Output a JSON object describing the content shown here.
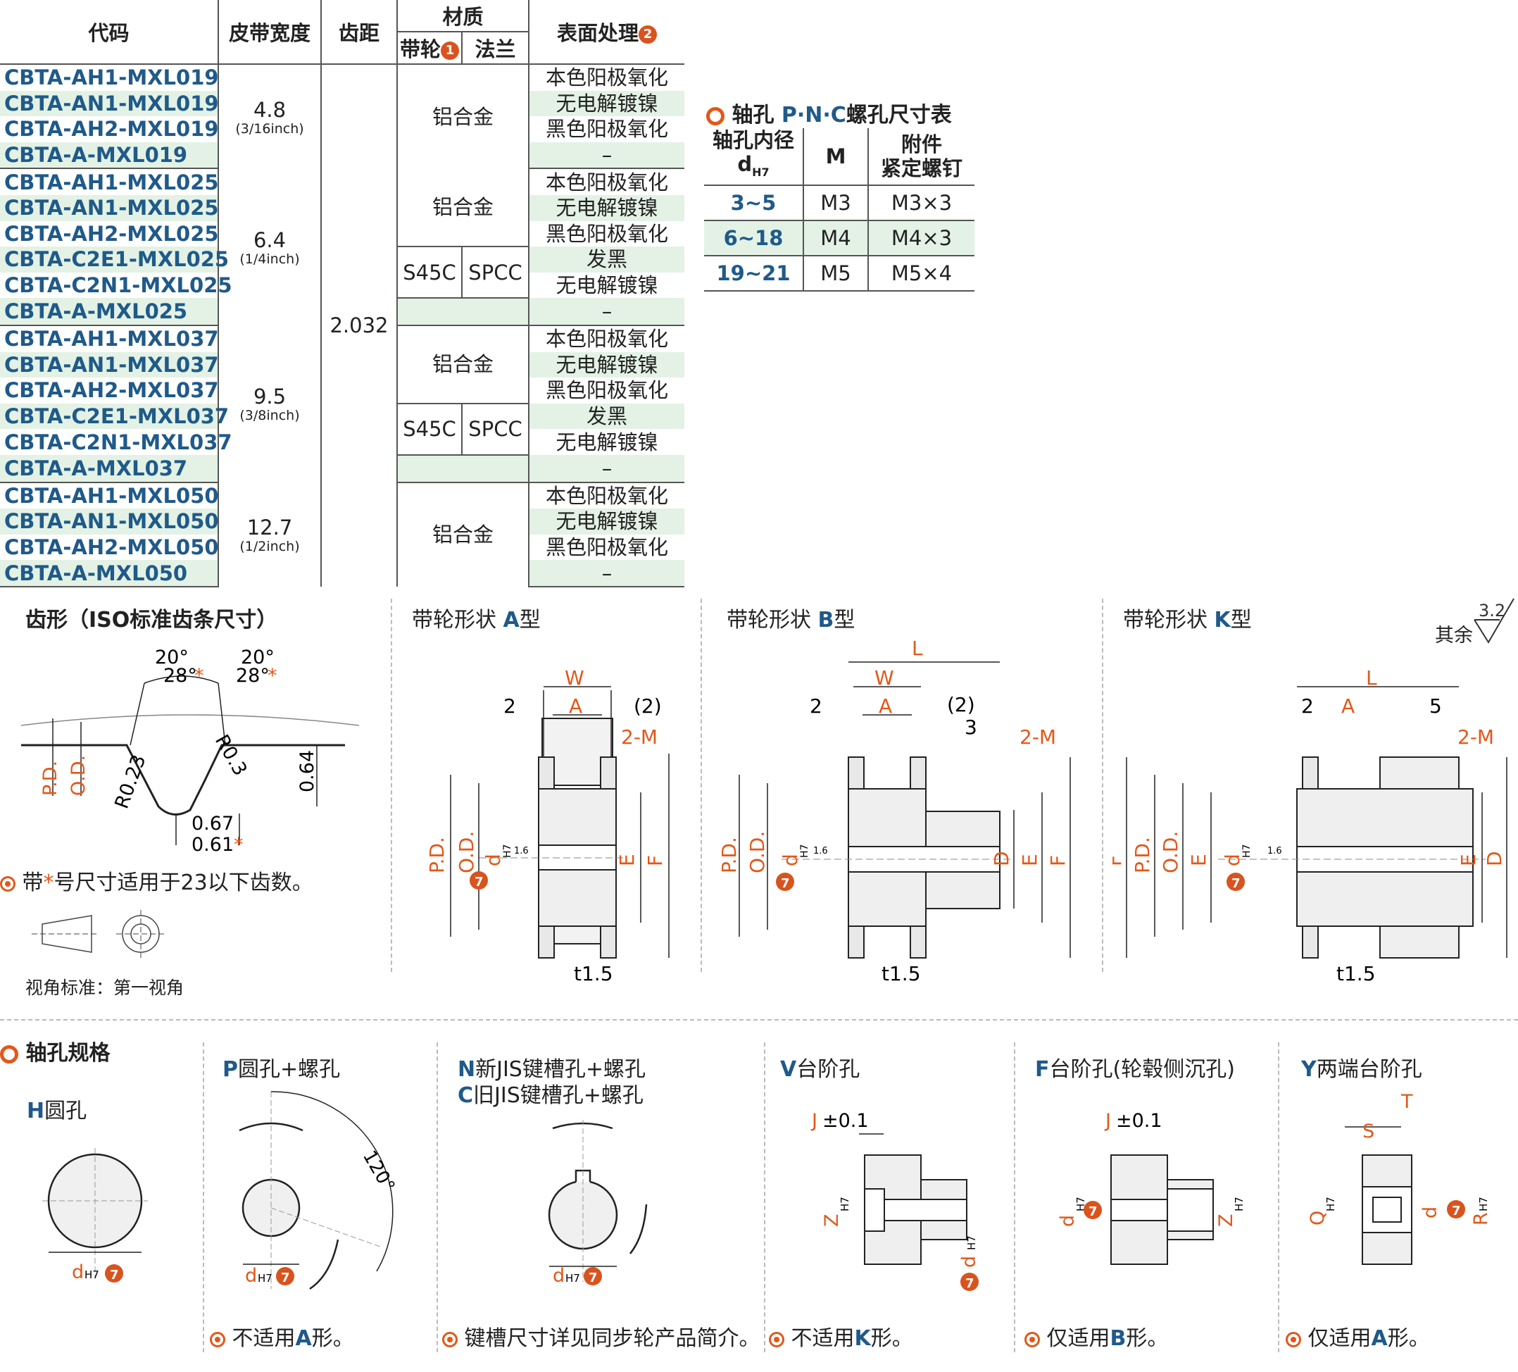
{
  "table": {
    "headers": {
      "code": "代码",
      "width": "皮带宽度",
      "pitch": "齿距",
      "material": "材质",
      "pulley": "带轮",
      "flange": "法兰",
      "surface": "表面处理"
    },
    "badge1": "1",
    "badge2": "2",
    "rows": [
      {
        "code": "CBTA-AH1-MXL019",
        "surface": "本色阳极氧化"
      },
      {
        "code": "CBTA-AN1-MXL019",
        "surface": "无电解镀镍"
      },
      {
        "code": "CBTA-AH2-MXL019",
        "surface": "黑色阳极氧化"
      },
      {
        "code": "CBTA-A-MXL019",
        "surface": "–"
      },
      {
        "code": "CBTA-AH1-MXL025",
        "surface": "本色阳极氧化"
      },
      {
        "code": "CBTA-AN1-MXL025",
        "surface": "无电解镀镍"
      },
      {
        "code": "CBTA-AH2-MXL025",
        "surface": "黑色阳极氧化"
      },
      {
        "code": "CBTA-C2E1-MXL025",
        "surface": "发黑"
      },
      {
        "code": "CBTA-C2N1-MXL025",
        "surface": "无电解镀镍"
      },
      {
        "code": "CBTA-A-MXL025",
        "surface": "–"
      },
      {
        "code": "CBTA-AH1-MXL037",
        "surface": "本色阳极氧化"
      },
      {
        "code": "CBTA-AN1-MXL037",
        "surface": "无电解镀镍"
      },
      {
        "code": "CBTA-AH2-MXL037",
        "surface": "黑色阳极氧化"
      },
      {
        "code": "CBTA-C2E1-MXL037",
        "surface": "发黑"
      },
      {
        "code": "CBTA-C2N1-MXL037",
        "surface": "无电解镀镍"
      },
      {
        "code": "CBTA-A-MXL037",
        "surface": "–"
      },
      {
        "code": "CBTA-AH1-MXL050",
        "surface": "本色阳极氧化"
      },
      {
        "code": "CBTA-AN1-MXL050",
        "surface": "无电解镀镍"
      },
      {
        "code": "CBTA-AH2-MXL050",
        "surface": "黑色阳极氧化"
      },
      {
        "code": "CBTA-A-MXL050",
        "surface": "–"
      }
    ],
    "widths": [
      {
        "value": "4.8",
        "inch": "(3/16inch)"
      },
      {
        "value": "6.4",
        "inch": "(1/4inch)"
      },
      {
        "value": "9.5",
        "inch": "(3/8inch)"
      },
      {
        "value": "12.7",
        "inch": "(1/2inch)"
      }
    ],
    "pitch": "2.032",
    "alu": "铝合金",
    "s45c": "S45C",
    "spcc": "SPCC"
  },
  "hole_table": {
    "title_pre": "轴孔 ",
    "title_code": "P·N·C",
    "title_post": "螺孔尺寸表",
    "h1a": "轴孔内径",
    "h1b": "d",
    "h1sub": "H7",
    "h2": "M",
    "h3a": "附件",
    "h3b": "紧定螺钉",
    "rows": [
      {
        "d": "3~5",
        "m": "M3",
        "screw": "M3×3"
      },
      {
        "d": "6~18",
        "m": "M4",
        "screw": "M4×3"
      },
      {
        "d": "19~21",
        "m": "M5",
        "screw": "M5×4"
      }
    ]
  },
  "tooth": {
    "title": "齿形（ISO标准齿条尺寸）",
    "a1": "20°",
    "a2": "28°",
    "a3": "20°",
    "a4": "28°",
    "star": "*",
    "pd": "P.D.",
    "od": "O.D.",
    "r1": "R0.23",
    "r2": "R0.3",
    "h": "0.64",
    "w1": "0.67",
    "w2": "0.61",
    "note_pre": "带",
    "note_post": "号尺寸适用于23以下齿数。",
    "view": "视角标准：第一视角"
  },
  "shapes": {
    "prefix": "带轮形状 ",
    "a": {
      "letter": "A",
      "suffix": "型"
    },
    "b": {
      "letter": "B",
      "suffix": "型"
    },
    "k": {
      "letter": "K",
      "suffix": "型"
    },
    "rest": "其余",
    "rough": "3.2",
    "W": "W",
    "A": "A",
    "L": "L",
    "M": "2-M",
    "two": "2",
    "paren2": "(2)",
    "three": "3",
    "five": "5",
    "PD": "P.D.",
    "OD": "O.D.",
    "d": "d",
    "H7": "H7",
    "E": "E",
    "F": "F",
    "D": "D",
    "t": "t1.5",
    "ra": "1.6",
    "badge": "7"
  },
  "bore": {
    "title": "轴孔规格",
    "H": {
      "letter": "H",
      "text": "圆孔"
    },
    "P": {
      "letter": "P",
      "text": "圆孔+螺孔"
    },
    "N": {
      "letter": "N",
      "text": "新JIS键槽孔+螺孔"
    },
    "C": {
      "letter": "C",
      "text": "旧JIS键槽孔+螺孔"
    },
    "V": {
      "letter": "V",
      "text": "台阶孔"
    },
    "F": {
      "letter": "F",
      "text": "台阶孔(轮毂侧沉孔)"
    },
    "Y": {
      "letter": "Y",
      "text": "两端台阶孔"
    },
    "angle": "120°",
    "d": "d",
    "H7": "H7",
    "J": "J",
    "pm": "±0.1",
    "Z": "Z",
    "Q": "Q",
    "R": "R",
    "S": "S",
    "T": "T",
    "badge": "7",
    "noteP_pre": "不适用",
    "noteP_l": "A",
    "noteP_post": "形。",
    "noteN": "键槽尺寸详见同步轮产品简介。",
    "noteV_pre": "不适用",
    "noteV_l": "K",
    "noteV_post": "形。",
    "noteF_pre": "仅适用",
    "noteF_l": "B",
    "noteF_post": "形。",
    "noteY_pre": "仅适用",
    "noteY_l": "A",
    "noteY_post": "形。"
  },
  "colors": {
    "code_blue": "#1f5a8a",
    "accent": "#e2581a",
    "row_green": "#e3f2e5",
    "badge": "#d9531e"
  }
}
